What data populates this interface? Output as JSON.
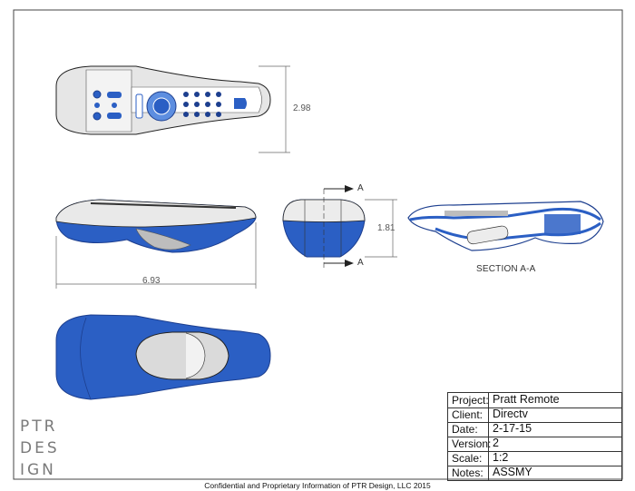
{
  "dimensions": {
    "height": "2.98",
    "length": "6.93",
    "thickness": "1.81"
  },
  "section": {
    "marker": "A",
    "label": "SECTION A-A"
  },
  "logo": {
    "lines": [
      "PTR",
      "DES",
      "IGN"
    ]
  },
  "title_block": {
    "rows": [
      {
        "label": "Project:",
        "value": "Pratt Remote"
      },
      {
        "label": "Client:",
        "value": "Directv"
      },
      {
        "label": "Date:",
        "value": "2-17-15"
      },
      {
        "label": "Version:",
        "value": "2"
      },
      {
        "label": "Scale:",
        "value": "1:2"
      },
      {
        "label": "Notes:",
        "value": "ASSMY"
      }
    ]
  },
  "footer": "Confidential and Proprietary Information of PTR Design, LLC 2015",
  "colors": {
    "blue": "#2b5fc4",
    "dark_blue": "#1d3f8f",
    "grey": "#d9d9d9",
    "line": "#222222"
  }
}
